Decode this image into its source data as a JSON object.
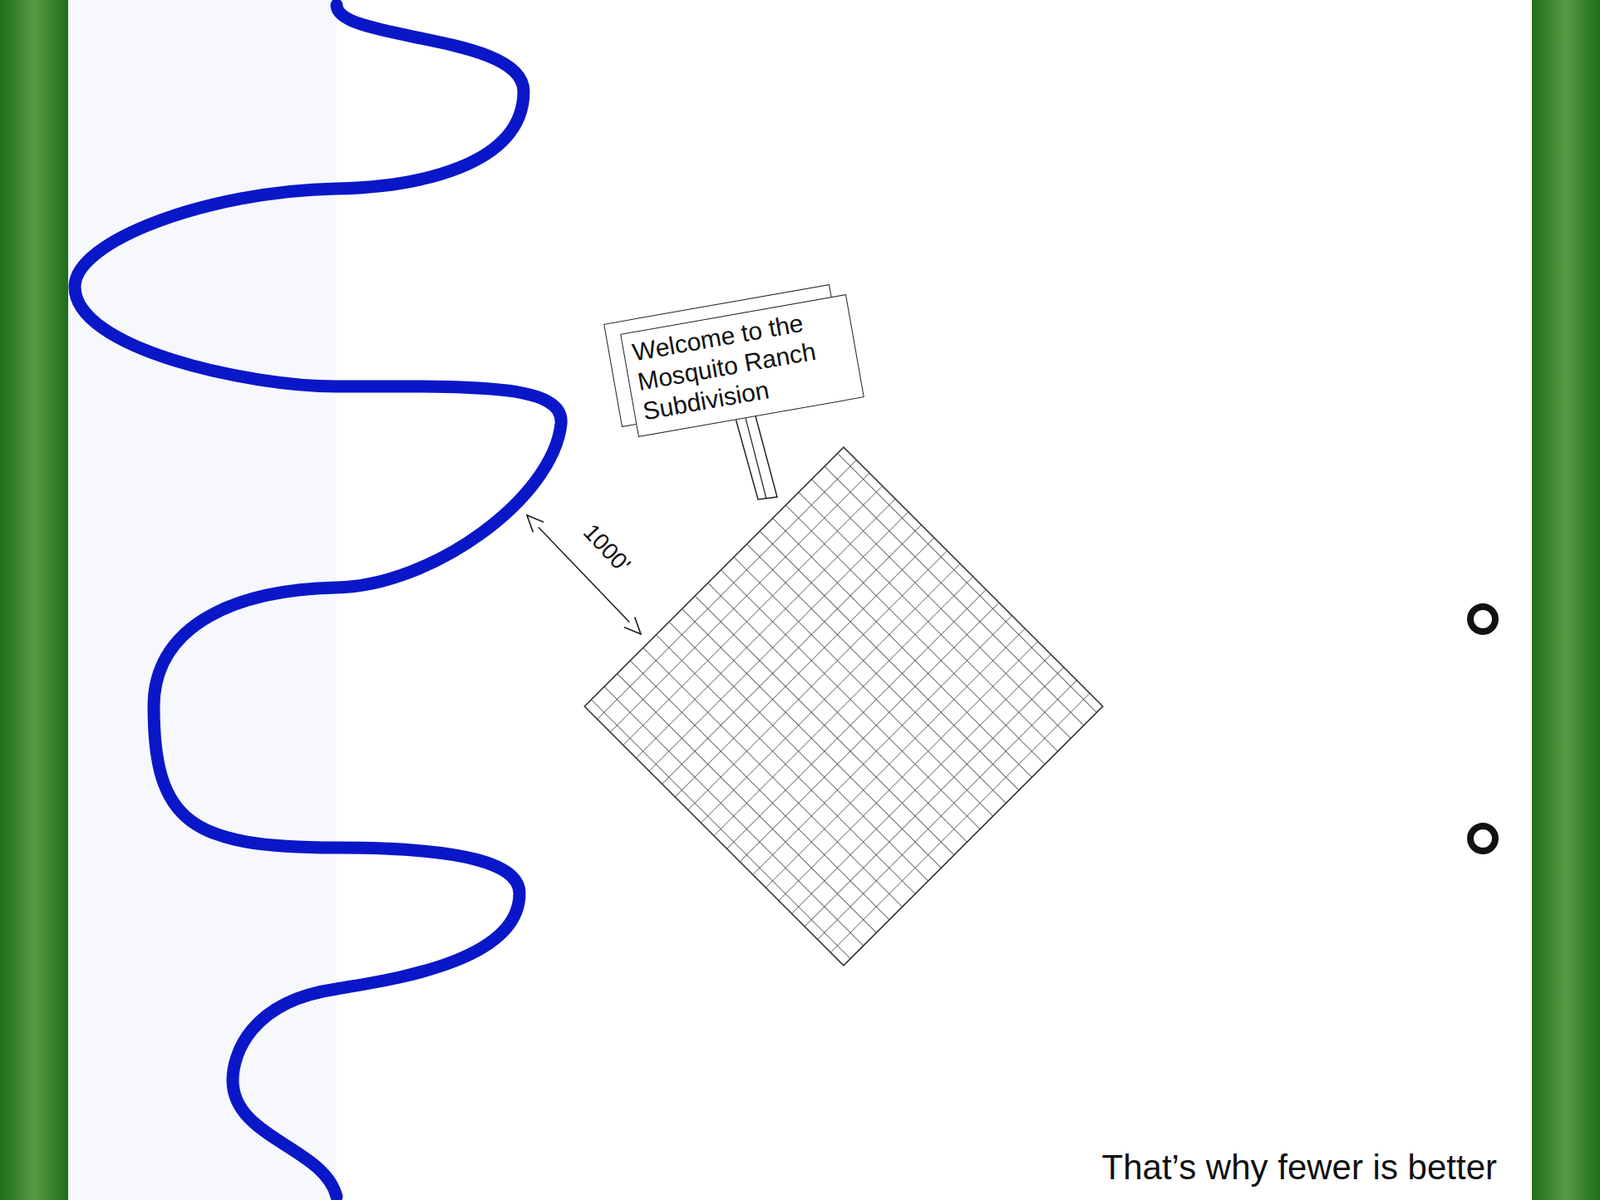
{
  "diagram": {
    "nodes": [
      {
        "text": [
          "Welcome to the Mosquito Ranch Subdivision"
        ]
      }
    ],
    "labels": [
      "1000'",
      "That’s why fewer is better"
    ]
  }
}
